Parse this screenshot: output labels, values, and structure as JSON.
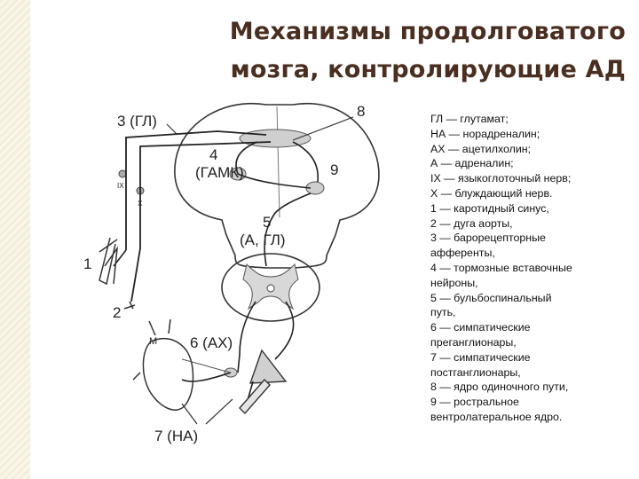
{
  "title": {
    "line1": "Механизмы продолговатого",
    "line2": "мозга, контролирующие АД"
  },
  "diagram": {
    "labels": {
      "l1": "1",
      "l2": "2",
      "l3": "3 (ГЛ)",
      "l4": "4",
      "l4b": "(ГАМК)",
      "l5": "5",
      "l5b": "(А, ГЛ)",
      "l6": "6 (АХ)",
      "l7": "7 (НА)",
      "l8": "8",
      "l9": "9",
      "ix": "IX",
      "x": "X",
      "m": "M"
    }
  },
  "legend": [
    "ГЛ — глутамат;",
    "НА — норадреналин;",
    "АХ — ацетилхолин;",
    "А — адреналин;",
    "IX — языкоглоточный нерв;",
    "X — блуждающий нерв.",
    "1 — каротидный синус,",
    "2 — дуга аорты,",
    "3 — барорецепторные",
    "афференты,",
    "4 — тормозные вставочные",
    "нейроны,",
    "5 — бульбоспинальный",
    "путь,",
    "6 — симпатические",
    "преганглионары,",
    "7 — симпатические",
    "постганглионары,",
    "8 — ядро одиночного пути,",
    "9 — ростральное",
    "вентролатеральное ядро."
  ]
}
